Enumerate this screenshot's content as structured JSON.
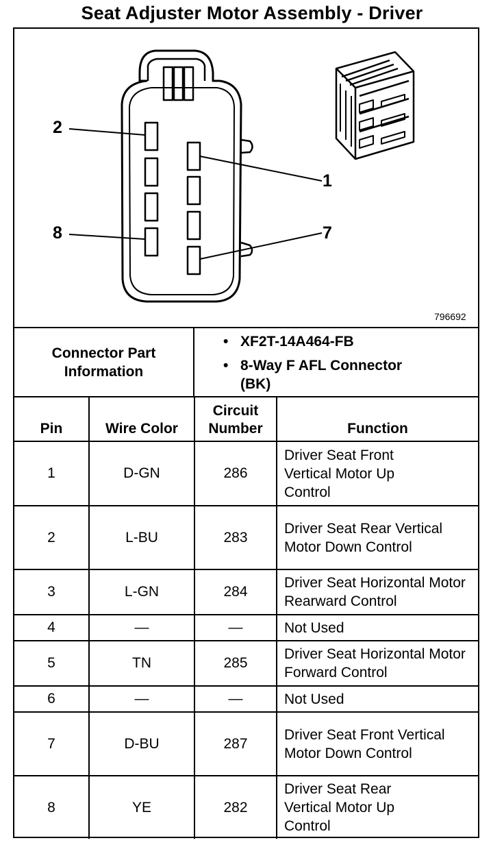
{
  "title": "Seat Adjuster Motor Assembly - Driver",
  "diagram": {
    "pin_labels": {
      "p2": "2",
      "p1": "1",
      "p8": "8",
      "p7": "7"
    },
    "figure_id": "796692"
  },
  "connector_info": {
    "label": "Connector Part Information",
    "items": [
      "XF2T-14A464-FB",
      "8-Way F AFL Connector (BK)"
    ]
  },
  "table": {
    "headers": [
      "Pin",
      "Wire Color",
      "Circuit Number",
      "Function"
    ],
    "rows": [
      {
        "pin": "1",
        "color": "D-GN",
        "circuit": "286",
        "function": "Driver Seat Front Vertical Motor Up Control"
      },
      {
        "pin": "2",
        "color": "L-BU",
        "circuit": "283",
        "function": "Driver Seat Rear Vertical Motor Down Control"
      },
      {
        "pin": "3",
        "color": "L-GN",
        "circuit": "284",
        "function": "Driver Seat Horizontal Motor Rearward Control"
      },
      {
        "pin": "4",
        "color": "—",
        "circuit": "—",
        "function": "Not Used"
      },
      {
        "pin": "5",
        "color": "TN",
        "circuit": "285",
        "function": "Driver Seat Horizontal Motor Forward Control"
      },
      {
        "pin": "6",
        "color": "—",
        "circuit": "—",
        "function": "Not Used"
      },
      {
        "pin": "7",
        "color": "D-BU",
        "circuit": "287",
        "function": "Driver Seat Front Vertical Motor Down Control"
      },
      {
        "pin": "8",
        "color": "YE",
        "circuit": "282",
        "function": "Driver Seat Rear Vertical Motor Up Control"
      }
    ]
  }
}
